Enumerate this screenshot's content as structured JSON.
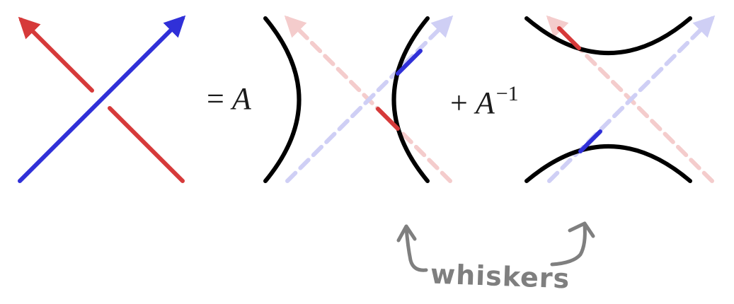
{
  "equation": {
    "equals_sign": "=",
    "coefficient_a": "A",
    "plus_sign": "+",
    "coefficient_a_inverse": "A",
    "inverse_exponent": "−1"
  },
  "annotation": {
    "text": "whiskers"
  },
  "colors": {
    "red_strand": "#d63a3a",
    "blue_strand": "#3030d8",
    "black_arc": "#000000",
    "faded_red": "#f4cccc",
    "faded_blue": "#cfcff5",
    "annotation_gray": "#7f7f7f"
  }
}
